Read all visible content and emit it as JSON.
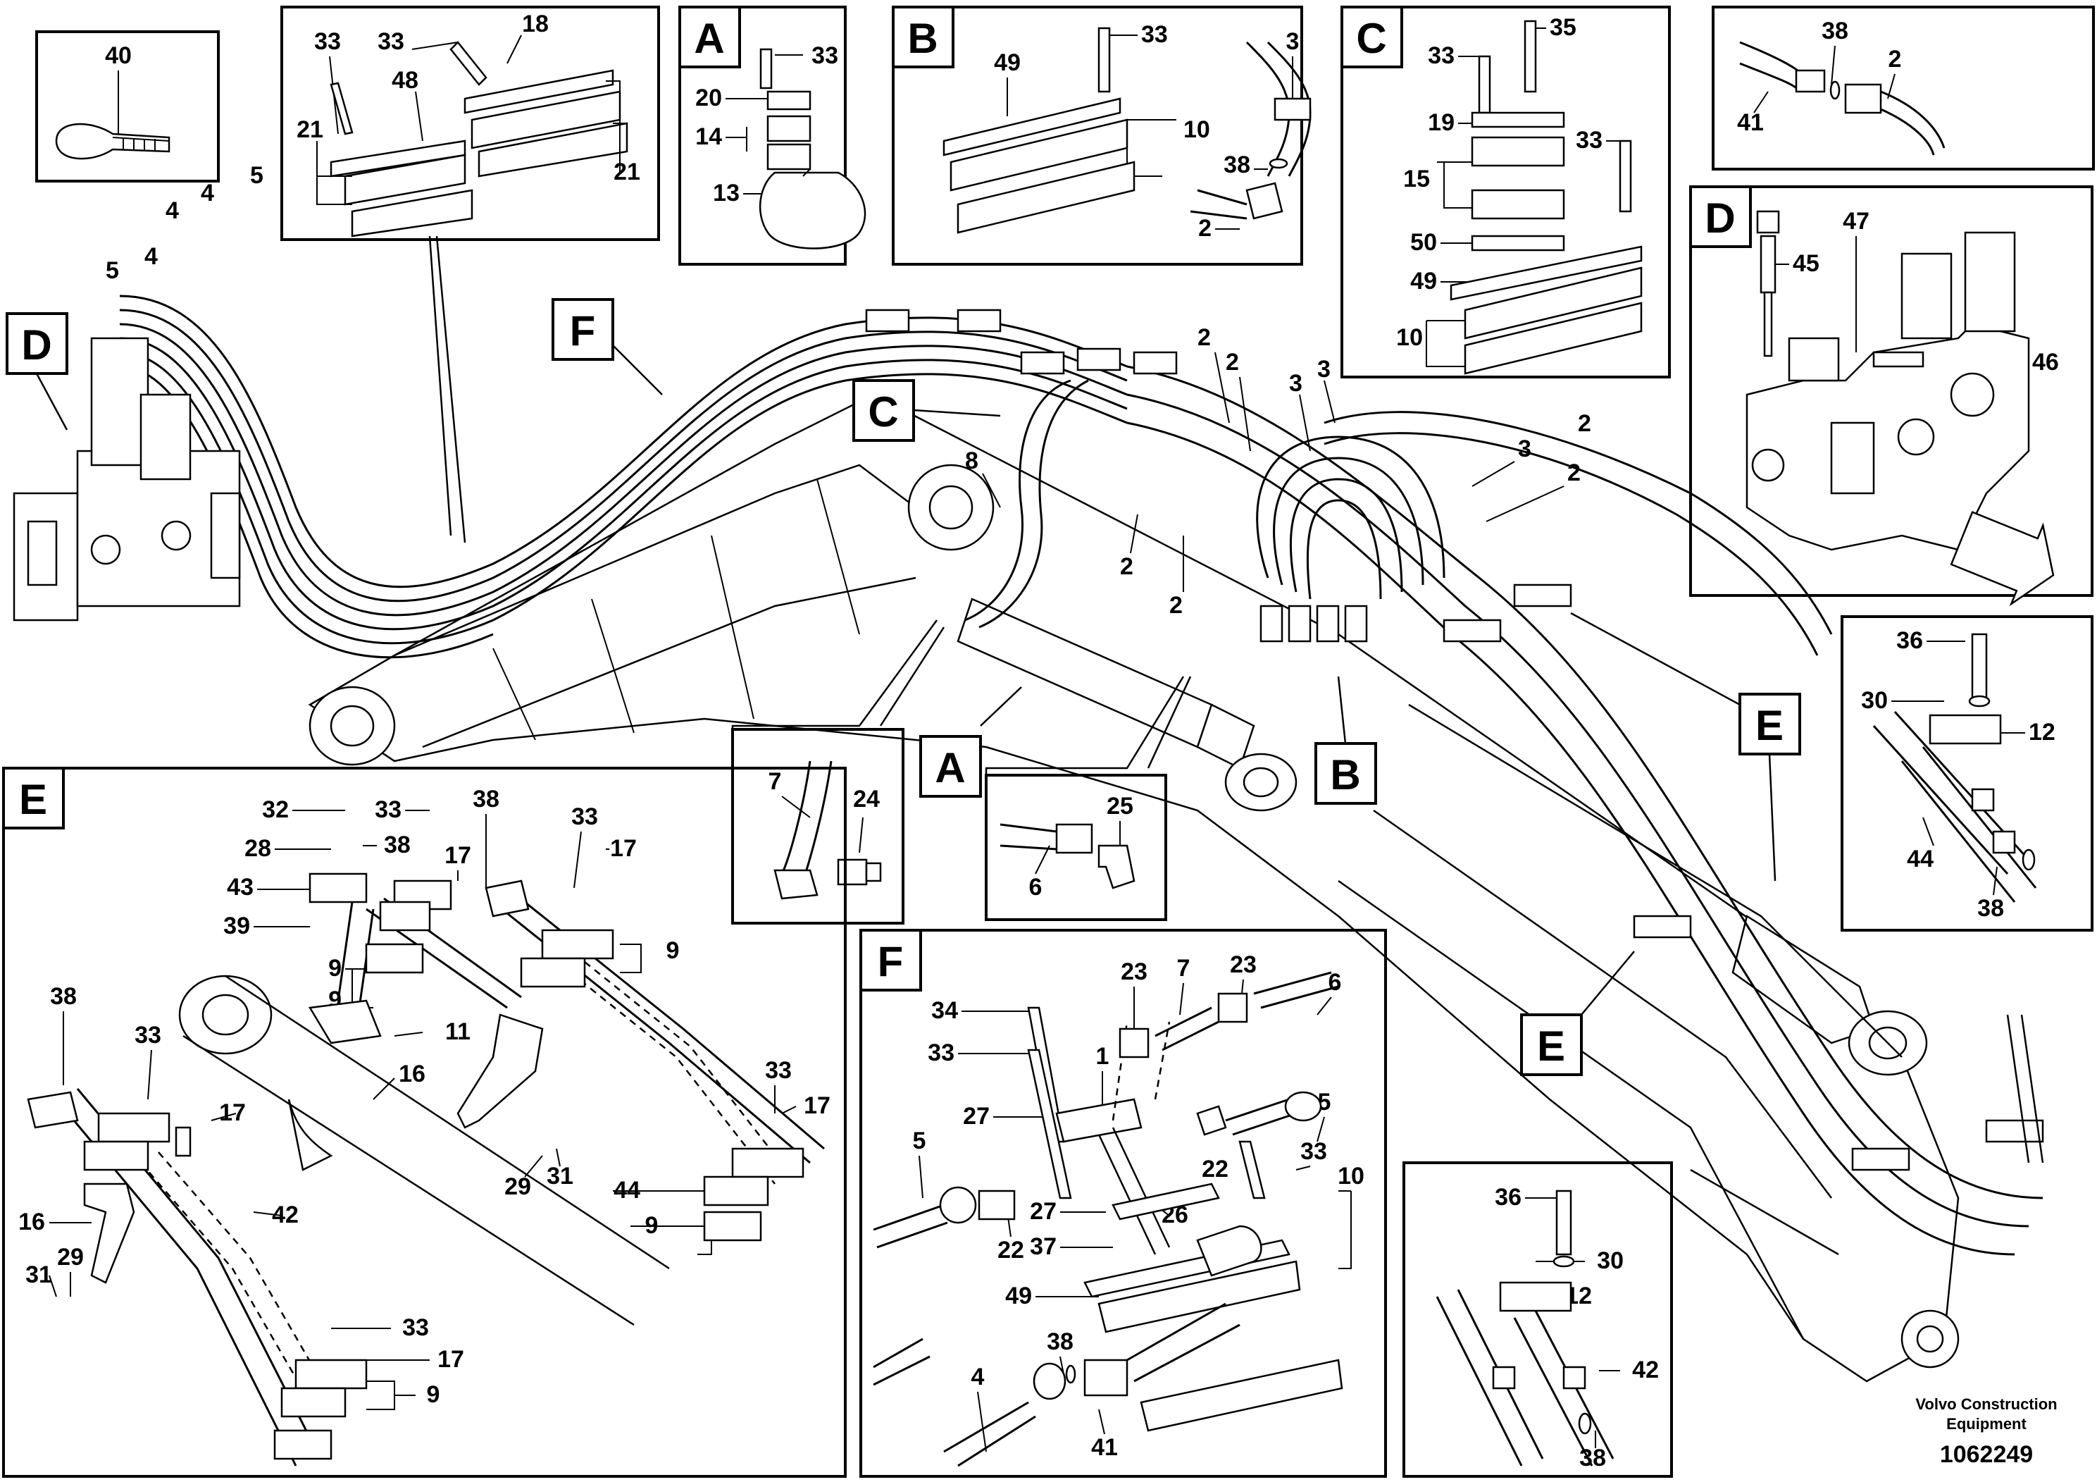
{
  "title_block": {
    "brand_line1": "Volvo Construction",
    "brand_line2": "Equipment",
    "document_number": "1062249"
  },
  "view_labels": [
    "A",
    "B",
    "C",
    "D",
    "E",
    "F"
  ],
  "part_numbers": {
    "box_40": [
      "40"
    ],
    "box_clamp_top": [
      "33",
      "33",
      "18",
      "48",
      "21",
      "21"
    ],
    "box_A": [
      "33",
      "20",
      "14",
      "13"
    ],
    "box_B": [
      "33",
      "49",
      "10",
      "3",
      "38",
      "2"
    ],
    "box_C": [
      "35",
      "33",
      "19",
      "15",
      "33",
      "50",
      "49",
      "10"
    ],
    "box_38": [
      "38",
      "41",
      "2"
    ],
    "box_D": [
      "47",
      "45",
      "46"
    ],
    "box_12": [
      "36",
      "30",
      "12",
      "44",
      "38"
    ],
    "box_7": [
      "7",
      "24"
    ],
    "box_25": [
      "25",
      "6"
    ],
    "box_E": [
      "32",
      "33",
      "38",
      "28",
      "38",
      "17",
      "33",
      "17",
      "43",
      "39",
      "9",
      "9",
      "11",
      "16",
      "38",
      "33",
      "17",
      "9",
      "29",
      "31",
      "16",
      "42",
      "29",
      "31",
      "33",
      "17",
      "44",
      "9",
      "33",
      "17",
      "9"
    ],
    "box_F": [
      "23",
      "7",
      "23",
      "6",
      "34",
      "33",
      "1",
      "5",
      "27",
      "33",
      "22",
      "5",
      "22",
      "26",
      "27",
      "10",
      "37",
      "49",
      "38",
      "4",
      "41"
    ],
    "box_12b": [
      "36",
      "30",
      "12",
      "42",
      "38"
    ],
    "main": [
      "5",
      "4",
      "4",
      "4",
      "5",
      "2",
      "2",
      "3",
      "3",
      "3",
      "8",
      "2",
      "2",
      "2",
      "2"
    ]
  }
}
